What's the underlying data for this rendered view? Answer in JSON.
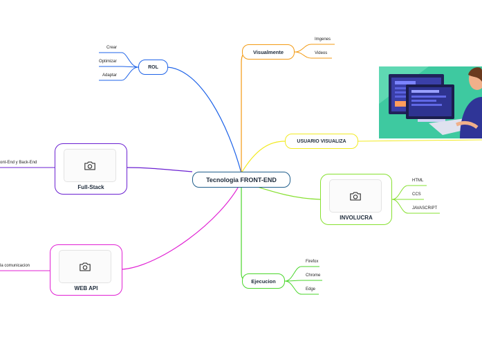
{
  "central": {
    "label": "Tecnologia FRONT-END"
  },
  "rol": {
    "label": "ROL",
    "children": [
      "Crear",
      "Optimizar",
      "Adaptar"
    ]
  },
  "fullstack": {
    "label": "Full-Stack",
    "child": "ont-End y Back-End",
    "icon": "camera-icon"
  },
  "webapi": {
    "label": "WEB API",
    "child": "la comunicacion",
    "icon": "camera-icon"
  },
  "visualmente": {
    "label": "Visualmente",
    "children": [
      "Imgenes",
      "Videos"
    ]
  },
  "usuario": {
    "label": "USUARIO VISUALIZA"
  },
  "involucra": {
    "label": "INVOLUCRA",
    "children": [
      "HTML",
      "CCS",
      "JAVASCRIPT"
    ],
    "icon": "camera-icon"
  },
  "ejecucion": {
    "label": "Ejecucion",
    "children": [
      "Firefox",
      "Chrome",
      "Edge"
    ]
  },
  "colors": {
    "rol": "#1e63e8",
    "fullstack": "#6a1fd1",
    "webapi": "#e01fd3",
    "visualmente": "#f39a12",
    "usuario": "#f2ea21",
    "involucra": "#86e02f",
    "ejecucion": "#49d62a",
    "central": "#1f5e8c"
  }
}
